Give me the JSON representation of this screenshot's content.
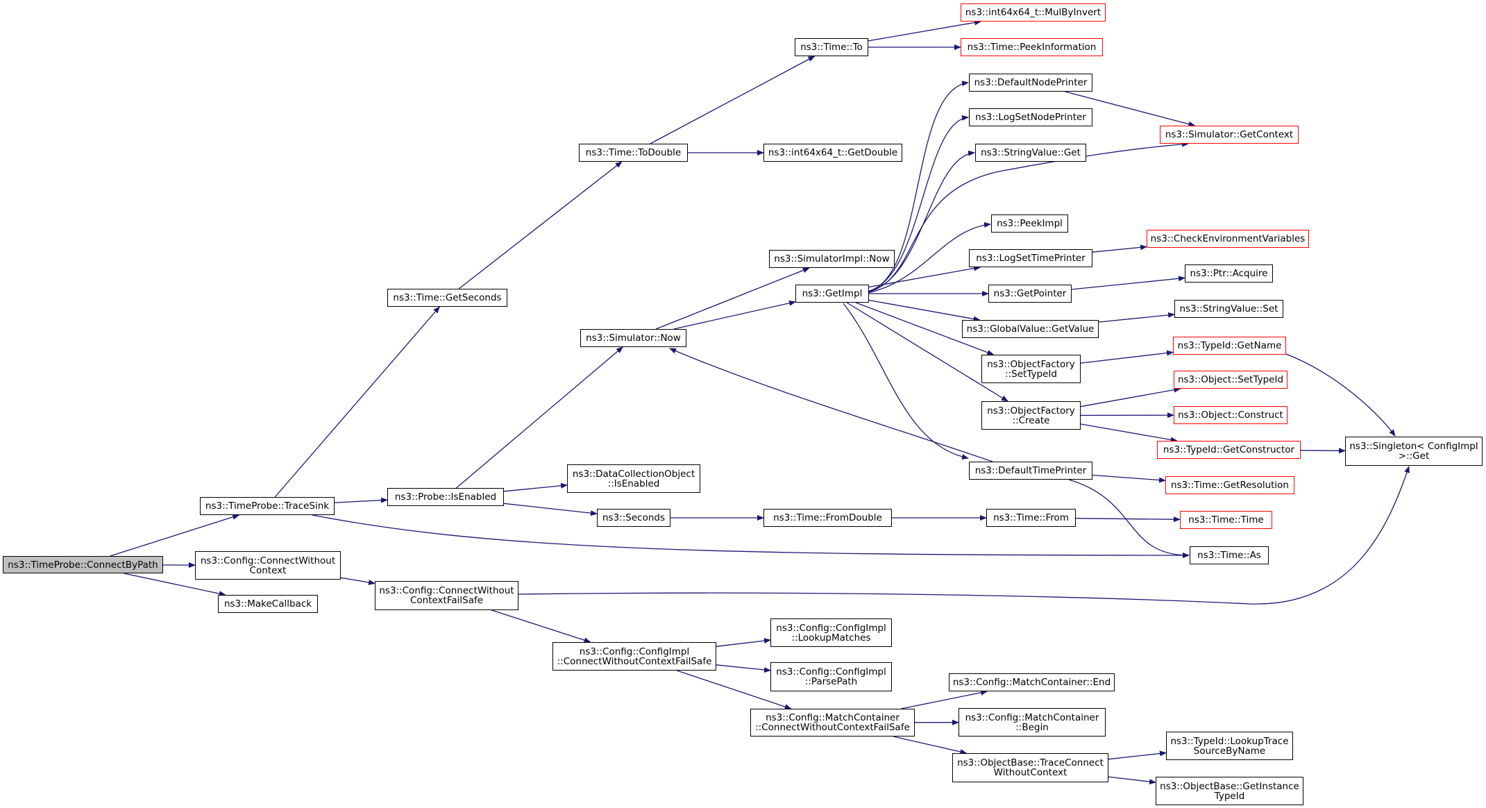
{
  "graph": {
    "nodes": [
      {
        "id": "root",
        "lines": [
          "ns3::TimeProbe::ConnectByPath"
        ],
        "root": true
      },
      {
        "id": "tracesink",
        "lines": [
          "ns3::TimeProbe::TraceSink"
        ]
      },
      {
        "id": "cwc",
        "lines": [
          "ns3::Config::ConnectWithout",
          "Context"
        ]
      },
      {
        "id": "makecb",
        "lines": [
          "ns3::MakeCallback"
        ]
      },
      {
        "id": "cwcfs",
        "lines": [
          "ns3::Config::ConnectWithout",
          "ContextFailSafe"
        ]
      },
      {
        "id": "getseconds",
        "lines": [
          "ns3::Time::GetSeconds"
        ]
      },
      {
        "id": "isenabled",
        "lines": [
          "ns3::Probe::IsEnabled"
        ]
      },
      {
        "id": "todouble",
        "lines": [
          "ns3::Time::ToDouble"
        ]
      },
      {
        "id": "to",
        "lines": [
          "ns3::Time::To"
        ]
      },
      {
        "id": "mulbyinvert",
        "lines": [
          "ns3::int64x64_t::MulByInvert"
        ],
        "truncated": true
      },
      {
        "id": "peekinfo",
        "lines": [
          "ns3::Time::PeekInformation"
        ],
        "truncated": true
      },
      {
        "id": "getdouble",
        "lines": [
          "ns3::int64x64_t::GetDouble"
        ]
      },
      {
        "id": "simnow",
        "lines": [
          "ns3::Simulator::Now"
        ]
      },
      {
        "id": "dcoisenabled",
        "lines": [
          "ns3::DataCollectionObject",
          "::IsEnabled"
        ]
      },
      {
        "id": "seconds",
        "lines": [
          "ns3::Seconds"
        ]
      },
      {
        "id": "simimplnow",
        "lines": [
          "ns3::SimulatorImpl::Now"
        ]
      },
      {
        "id": "getimpl",
        "lines": [
          "ns3::GetImpl"
        ]
      },
      {
        "id": "fromdouble",
        "lines": [
          "ns3::Time::FromDouble"
        ]
      },
      {
        "id": "from",
        "lines": [
          "ns3::Time::From"
        ]
      },
      {
        "id": "timetime",
        "lines": [
          "ns3::Time::Time"
        ],
        "truncated": true
      },
      {
        "id": "as",
        "lines": [
          "ns3::Time::As"
        ]
      },
      {
        "id": "defnodeprinter",
        "lines": [
          "ns3::DefaultNodePrinter"
        ]
      },
      {
        "id": "logsetnodeprinter",
        "lines": [
          "ns3::LogSetNodePrinter"
        ]
      },
      {
        "id": "stringvalueget",
        "lines": [
          "ns3::StringValue::Get"
        ]
      },
      {
        "id": "peekimpl",
        "lines": [
          "ns3::PeekImpl"
        ]
      },
      {
        "id": "logsettimeprinter",
        "lines": [
          "ns3::LogSetTimePrinter"
        ]
      },
      {
        "id": "getpointer",
        "lines": [
          "ns3::GetPointer"
        ]
      },
      {
        "id": "gvgetvalue",
        "lines": [
          "ns3::GlobalValue::GetValue"
        ]
      },
      {
        "id": "ofsettypeid",
        "lines": [
          "ns3::ObjectFactory",
          "::SetTypeId"
        ]
      },
      {
        "id": "ofcreate",
        "lines": [
          "ns3::ObjectFactory",
          "::Create"
        ]
      },
      {
        "id": "deftimeprinter",
        "lines": [
          "ns3::DefaultTimePrinter"
        ]
      },
      {
        "id": "simgetcontext",
        "lines": [
          "ns3::Simulator::GetContext"
        ],
        "truncated": true
      },
      {
        "id": "checkenv",
        "lines": [
          "ns3::CheckEnvironmentVariables"
        ],
        "truncated": true
      },
      {
        "id": "ptracquire",
        "lines": [
          "ns3::Ptr::Acquire"
        ]
      },
      {
        "id": "stringvalueset",
        "lines": [
          "ns3::StringValue::Set"
        ]
      },
      {
        "id": "typeidgetname",
        "lines": [
          "ns3::TypeId::GetName"
        ],
        "truncated": true
      },
      {
        "id": "objsettypeid",
        "lines": [
          "ns3::Object::SetTypeId"
        ],
        "truncated": true
      },
      {
        "id": "objconstruct",
        "lines": [
          "ns3::Object::Construct"
        ],
        "truncated": true
      },
      {
        "id": "typeidgetctor",
        "lines": [
          "ns3::TypeId::GetConstructor"
        ],
        "truncated": true
      },
      {
        "id": "timegetres",
        "lines": [
          "ns3::Time::GetResolution"
        ],
        "truncated": true
      },
      {
        "id": "singletonget",
        "lines": [
          "ns3::Singleton< ConfigImpl",
          " >::Get"
        ]
      },
      {
        "id": "cicwcfs",
        "lines": [
          "ns3::Config::ConfigImpl",
          "::ConnectWithoutContextFailSafe"
        ]
      },
      {
        "id": "cilookup",
        "lines": [
          "ns3::Config::ConfigImpl",
          "::LookupMatches"
        ]
      },
      {
        "id": "ciparse",
        "lines": [
          "ns3::Config::ConfigImpl",
          "::ParsePath"
        ]
      },
      {
        "id": "mccwcfs",
        "lines": [
          "ns3::Config::MatchContainer",
          "::ConnectWithoutContextFailSafe"
        ]
      },
      {
        "id": "mcend",
        "lines": [
          "ns3::Config::MatchContainer::End"
        ]
      },
      {
        "id": "mcbegin",
        "lines": [
          "ns3::Config::MatchContainer",
          "::Begin"
        ]
      },
      {
        "id": "obtrace",
        "lines": [
          "ns3::ObjectBase::TraceConnect",
          "WithoutContext"
        ]
      },
      {
        "id": "tidlookup",
        "lines": [
          "ns3::TypeId::LookupTrace",
          "SourceByName"
        ]
      },
      {
        "id": "obgetinst",
        "lines": [
          "ns3::ObjectBase::GetInstance",
          "TypeId"
        ]
      }
    ],
    "edges": [
      [
        "root",
        "tracesink"
      ],
      [
        "root",
        "cwc"
      ],
      [
        "root",
        "makecb"
      ],
      [
        "tracesink",
        "getseconds"
      ],
      [
        "tracesink",
        "isenabled"
      ],
      [
        "tracesink",
        "as"
      ],
      [
        "getseconds",
        "todouble"
      ],
      [
        "todouble",
        "to"
      ],
      [
        "todouble",
        "getdouble"
      ],
      [
        "to",
        "mulbyinvert"
      ],
      [
        "to",
        "peekinfo"
      ],
      [
        "isenabled",
        "simnow"
      ],
      [
        "isenabled",
        "dcoisenabled"
      ],
      [
        "isenabled",
        "seconds"
      ],
      [
        "simnow",
        "simimplnow"
      ],
      [
        "simnow",
        "getimpl"
      ],
      [
        "getimpl",
        "defnodeprinter"
      ],
      [
        "getimpl",
        "logsetnodeprinter"
      ],
      [
        "getimpl",
        "stringvalueget"
      ],
      [
        "getimpl",
        "simgetcontext"
      ],
      [
        "getimpl",
        "peekimpl"
      ],
      [
        "getimpl",
        "logsettimeprinter"
      ],
      [
        "getimpl",
        "getpointer"
      ],
      [
        "getimpl",
        "gvgetvalue"
      ],
      [
        "getimpl",
        "ofsettypeid"
      ],
      [
        "getimpl",
        "ofcreate"
      ],
      [
        "getimpl",
        "deftimeprinter"
      ],
      [
        "defnodeprinter",
        "simgetcontext"
      ],
      [
        "logsettimeprinter",
        "checkenv"
      ],
      [
        "getpointer",
        "ptracquire"
      ],
      [
        "gvgetvalue",
        "stringvalueset"
      ],
      [
        "ofsettypeid",
        "typeidgetname"
      ],
      [
        "typeidgetname",
        "singletonget"
      ],
      [
        "ofcreate",
        "objsettypeid"
      ],
      [
        "ofcreate",
        "objconstruct"
      ],
      [
        "ofcreate",
        "typeidgetctor"
      ],
      [
        "typeidgetctor",
        "singletonget"
      ],
      [
        "deftimeprinter",
        "simnow"
      ],
      [
        "deftimeprinter",
        "timegetres"
      ],
      [
        "deftimeprinter",
        "as"
      ],
      [
        "seconds",
        "fromdouble"
      ],
      [
        "fromdouble",
        "from"
      ],
      [
        "from",
        "timetime"
      ],
      [
        "cwc",
        "cwcfs"
      ],
      [
        "cwcfs",
        "singletonget"
      ],
      [
        "cwcfs",
        "cicwcfs"
      ],
      [
        "cicwcfs",
        "cilookup"
      ],
      [
        "cicwcfs",
        "ciparse"
      ],
      [
        "cicwcfs",
        "mccwcfs"
      ],
      [
        "mccwcfs",
        "mcend"
      ],
      [
        "mccwcfs",
        "mcbegin"
      ],
      [
        "mccwcfs",
        "obtrace"
      ],
      [
        "obtrace",
        "tidlookup"
      ],
      [
        "obtrace",
        "obgetinst"
      ]
    ],
    "colors": {
      "edge": "#191970",
      "border": "#000000",
      "truncated_border": "#ff0000",
      "root_fill": "#bfbfbf"
    }
  }
}
